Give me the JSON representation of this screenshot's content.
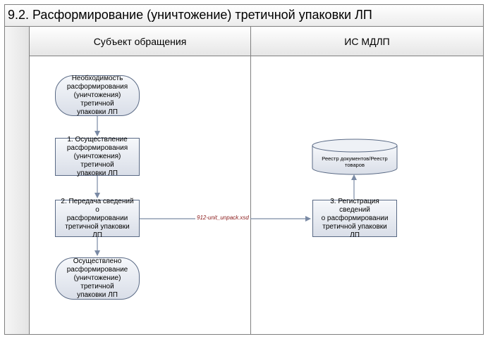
{
  "diagram": {
    "title": "9.2. Расформирование (уничтожение) третичной упаковки ЛП",
    "lanes": [
      {
        "label": "Субъект обращения"
      },
      {
        "label": "ИС МДЛП"
      }
    ],
    "nodes": {
      "start": "Необходимость\nрасформирования\n(уничтожения) третичной\nупаковки ЛП",
      "step1": "1. Осуществление\nрасформирования\n(уничтожения) третичной\nупаковки ЛП",
      "step2": "2. Передача сведений о\nрасформировании\nтретичной упаковки ЛП",
      "end": "Осуществлено\nрасформирование\n(уничтожение) третичной\nупаковки ЛП",
      "step3": "3. Регистрация сведений\nо расформировании\nтретичной упаковки ЛП",
      "database": "Реестр документов/Реестр\nтоваров"
    },
    "message_label": "912-unit_unpack.xsd",
    "colors": {
      "border": "#7f7f7f",
      "node_border": "#5a6a85",
      "connector": "#7a8aa5",
      "message_label": "#8a1a1a"
    }
  }
}
